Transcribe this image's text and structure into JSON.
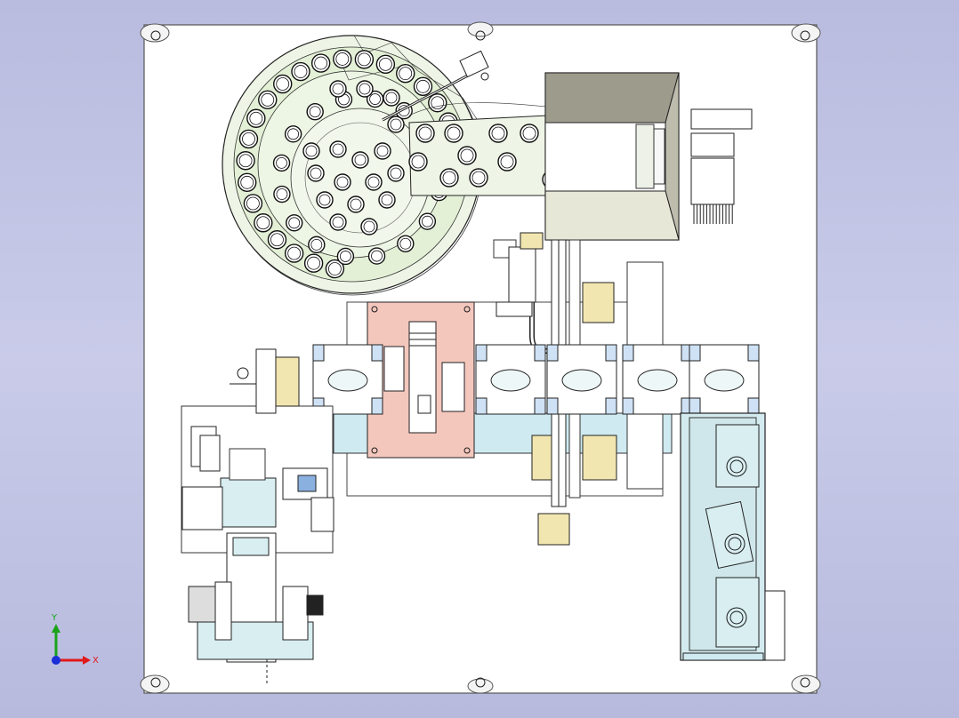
{
  "drawing": {
    "view": "top",
    "colors": {
      "background": "#c3c5e6",
      "base_plate": "#ffffff",
      "bowl_fill": "#eaf3df",
      "hopper_fill": "#e6e7d6",
      "hopper_side": "#9d9b8c",
      "red_plate": "#f4c7bd",
      "cyan_parts": "#cfeaf0",
      "yellow_parts": "#f2e6b0",
      "conveyor_fill": "#d3ebee"
    }
  },
  "triad": {
    "x_label": "X",
    "y_label": "Y",
    "x_color": "#e0191a",
    "y_color": "#1aa31a",
    "z_color": "#1a2fd8"
  }
}
